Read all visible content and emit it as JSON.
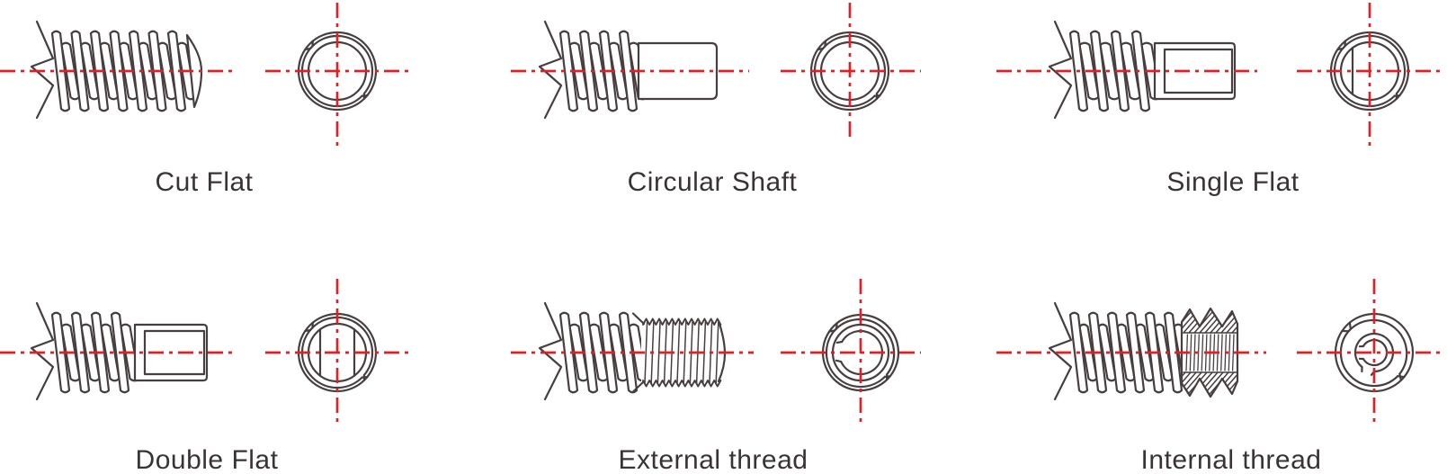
{
  "diagram": {
    "figures": [
      {
        "id": "cut-flat",
        "label": "Cut Flat"
      },
      {
        "id": "circular-shaft",
        "label": "Circular Shaft"
      },
      {
        "id": "single-flat",
        "label": "Single Flat"
      },
      {
        "id": "double-flat",
        "label": "Double Flat"
      },
      {
        "id": "external-thread",
        "label": "External thread"
      },
      {
        "id": "internal-thread",
        "label": "Internal thread"
      }
    ],
    "colors": {
      "line": "#473e3f",
      "centerline": "#e02025",
      "label": "#3a3335",
      "background": "#ffffff"
    }
  }
}
